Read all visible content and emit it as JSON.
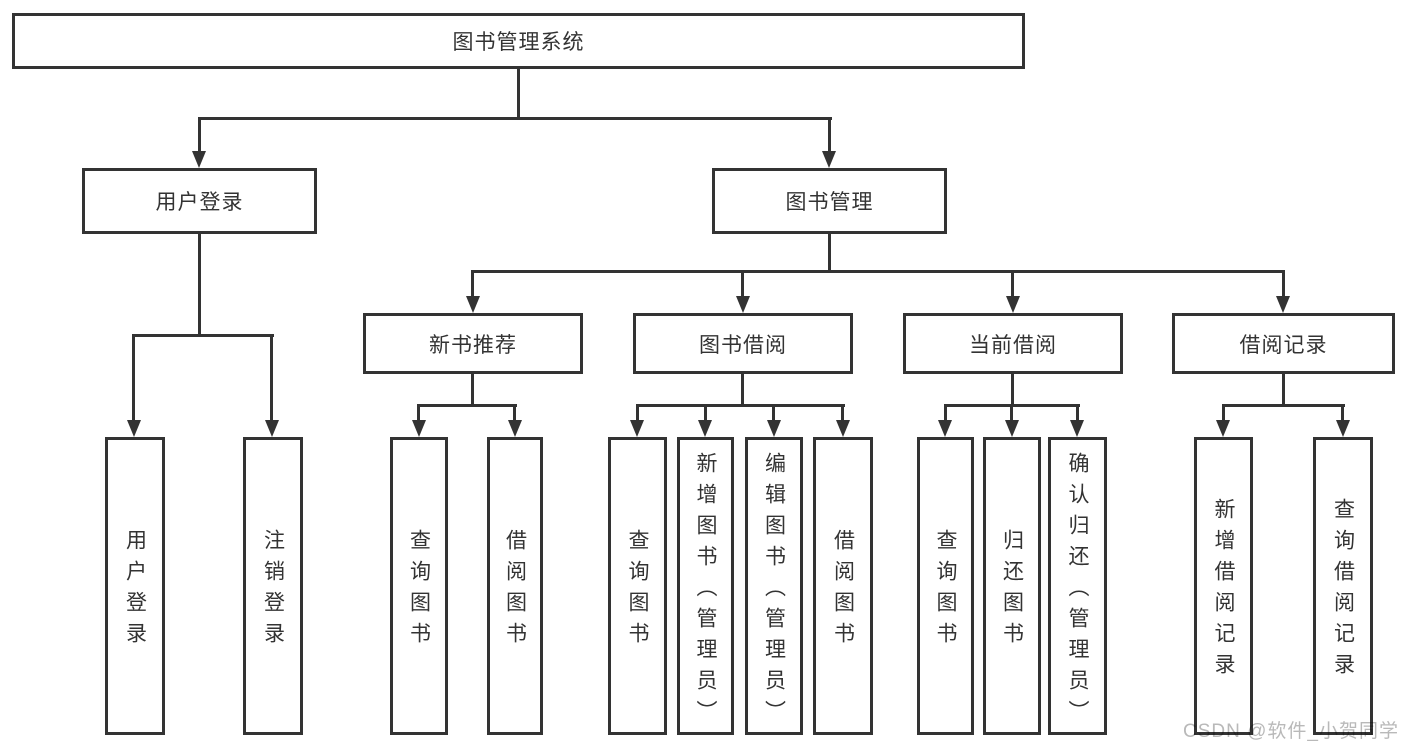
{
  "diagram": {
    "root": {
      "label": "图书管理系统"
    },
    "branches": {
      "user_login": {
        "label": "用户登录",
        "children": {
          "login": "用户登录",
          "logout": "注销登录"
        }
      },
      "book_mgmt": {
        "label": "图书管理",
        "modules": {
          "new_book": {
            "label": "新书推荐",
            "children": {
              "c1": "查询图书",
              "c2": "借阅图书"
            }
          },
          "borrow": {
            "label": "图书借阅",
            "children": {
              "c1": "查询图书",
              "c2": "新增图书（管理员）",
              "c3": "编辑图书（管理员）",
              "c4": "借阅图书"
            }
          },
          "current": {
            "label": "当前借阅",
            "children": {
              "c1": "查询图书",
              "c2": "归还图书",
              "c3": "确认归还（管理员）"
            }
          },
          "records": {
            "label": "借阅记录",
            "children": {
              "c1": "新增借阅记录",
              "c2": "查询借阅记录"
            }
          }
        }
      }
    },
    "watermark": "CSDN @软件_小贺同学",
    "colors": {
      "line": "#333333",
      "text": "#333333",
      "background": "#ffffff",
      "watermark": "#b9b9b9"
    }
  }
}
